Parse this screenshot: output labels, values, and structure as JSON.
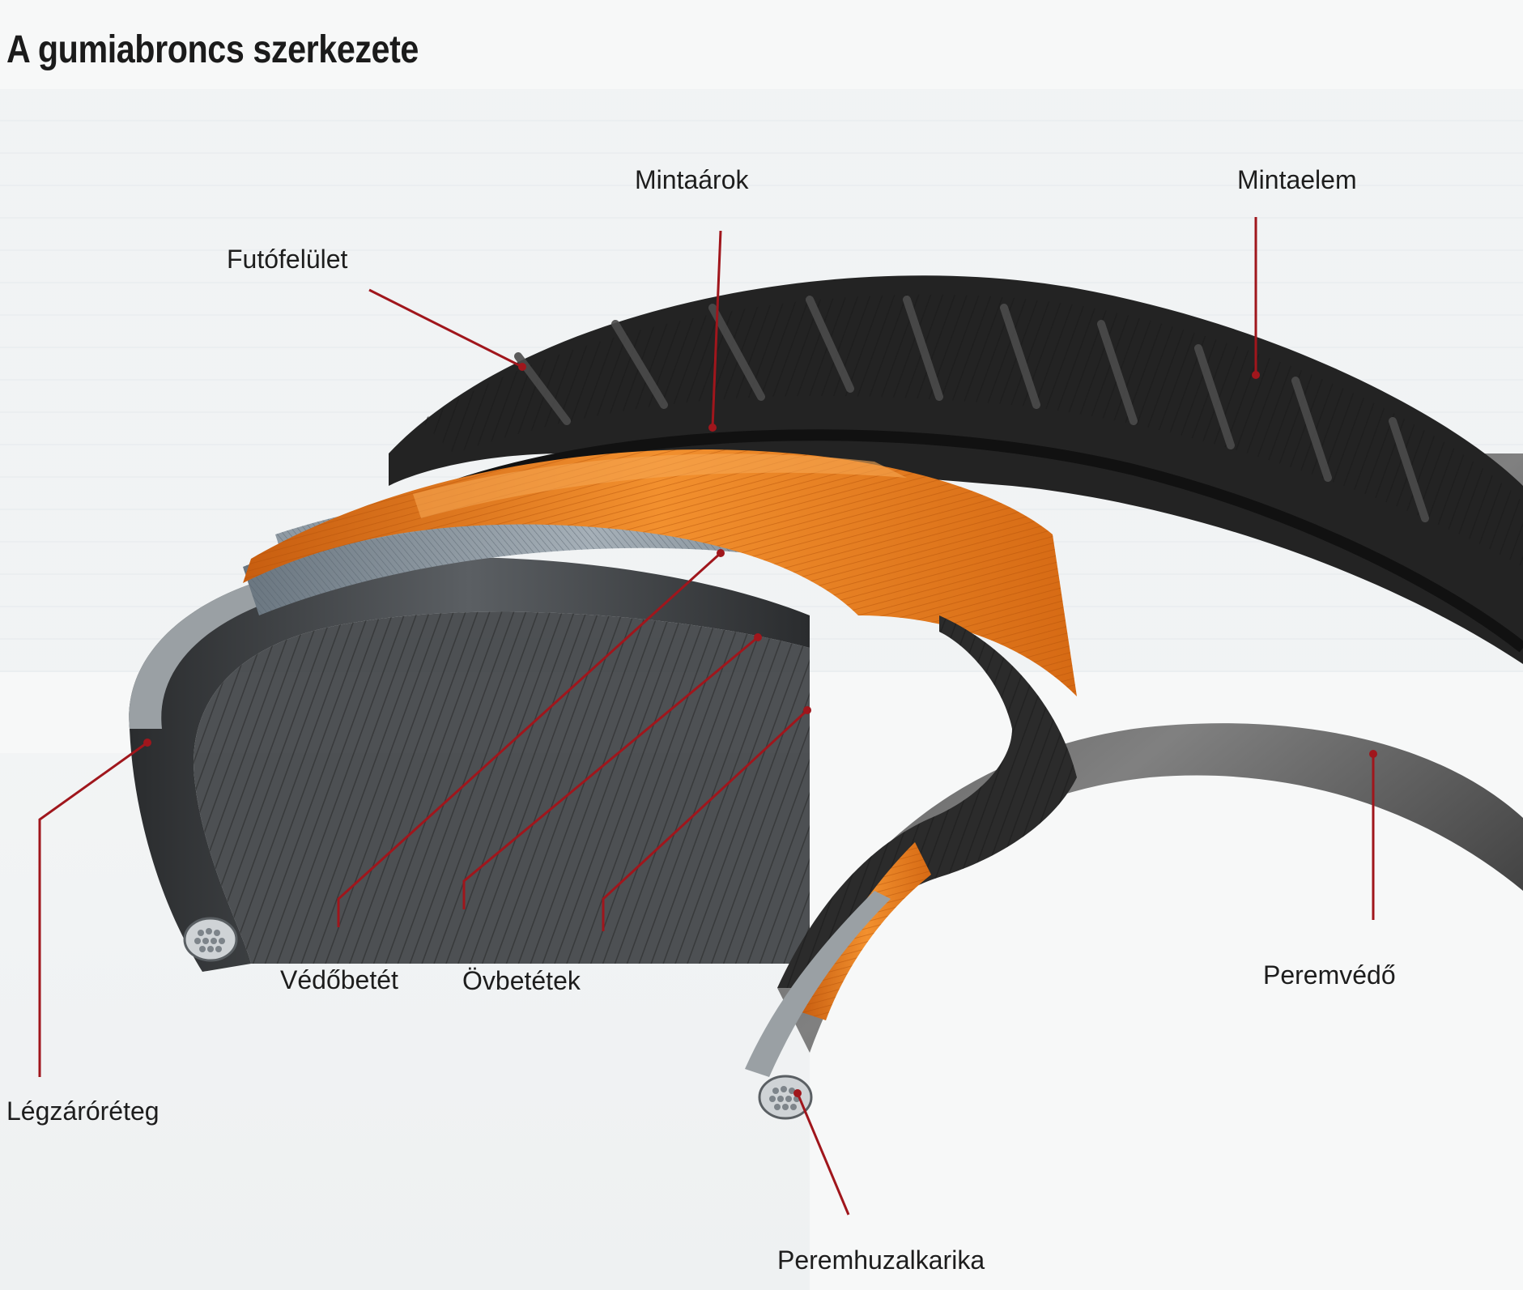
{
  "title": "A gumiabroncs szerkezete",
  "labels": {
    "futofelulet": "Futófelület",
    "mintaarok": "Mintaárok",
    "mintaelem": "Mintaelem",
    "vedobetet": "Védőbetét",
    "ovbetetek": "Övbetétek",
    "legzarotreteg": "Légzáróréteg",
    "peremvedo": "Peremvédő",
    "peremhuzalkarika": "Peremhuzalkarika"
  },
  "colors": {
    "leader": "#a0161c",
    "tread": "#262626",
    "orange": "#e57a1c",
    "steel": "#7f8a93",
    "inner": "#4a4d50"
  }
}
